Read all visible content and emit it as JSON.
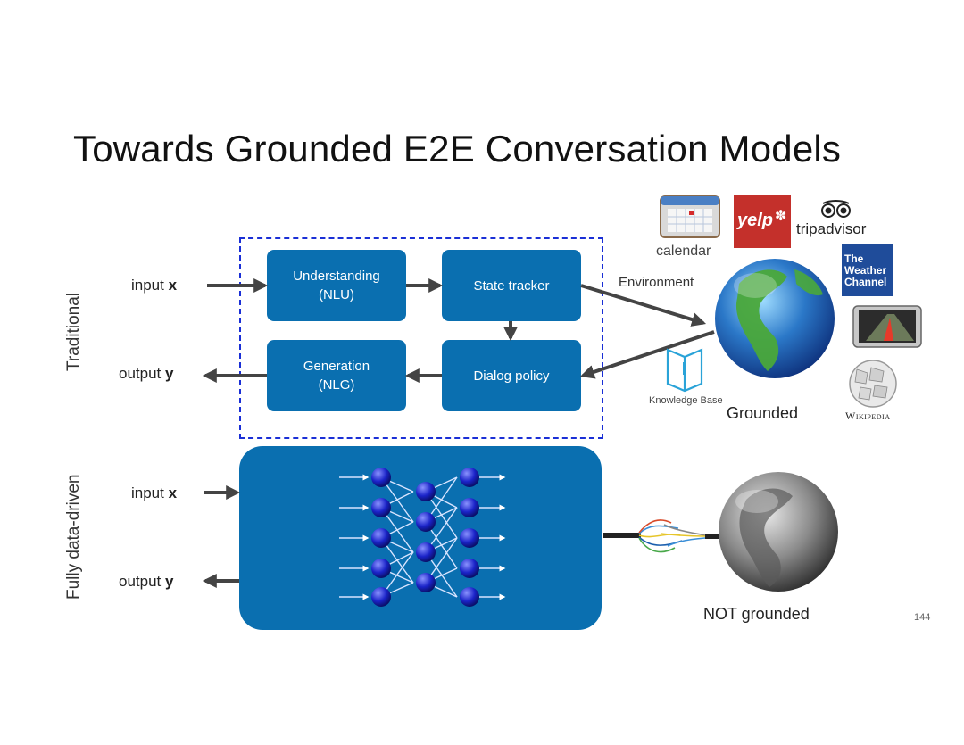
{
  "title": "Towards Grounded E2E Conversation Models",
  "sections": {
    "traditional": "Traditional",
    "data_driven": "Fully data-driven"
  },
  "io": {
    "input_word": "input ",
    "input_var": "x",
    "output_word": "output ",
    "output_var": "y"
  },
  "modules": {
    "nlu_line1": "Understanding",
    "nlu_line2": "(NLU)",
    "state_tracker": "State tracker",
    "nlg_line1": "Generation",
    "nlg_line2": "(NLG)",
    "dialog_policy": "Dialog policy"
  },
  "environment": {
    "label": "Environment",
    "calendar": "calendar",
    "yelp": "yelp",
    "tripadvisor": "tripadvisor",
    "weather_line1": "The",
    "weather_line2": "Weather",
    "weather_line3": "Channel",
    "knowledge_base": "Knowledge Base",
    "wikipedia": "Wikipedia",
    "grounded": "Grounded",
    "not_grounded": "NOT grounded"
  },
  "page_number": "144",
  "colors": {
    "module_blue": "#0a6fb0",
    "dashed_border": "#1a2fd6",
    "neuron": "#1a23c8",
    "arrow": "#444444"
  }
}
